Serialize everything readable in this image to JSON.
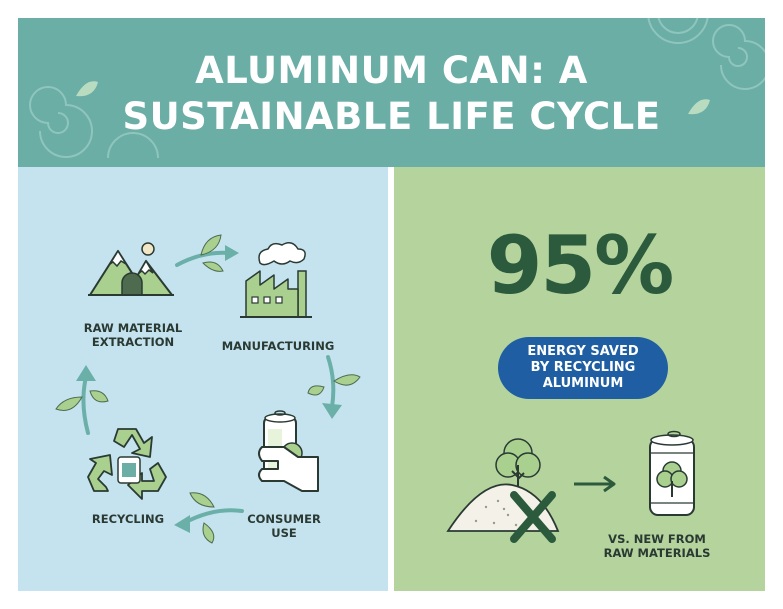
{
  "header": {
    "title": "ALUMINUM CAN: A\nSUSTAINABLE LIFE CYCLE"
  },
  "cycle": {
    "stages": [
      {
        "label": "RAW MATERIAL\nEXTRACTION",
        "icon": "mountain-mine-icon"
      },
      {
        "label": "MANUFACTURING",
        "icon": "factory-icon"
      },
      {
        "label": "CONSUMER\nUSE",
        "icon": "hand-holding-can-icon"
      },
      {
        "label": "RECYCLING",
        "icon": "recycle-icon"
      }
    ],
    "arrows": [
      "leaf-arrow-icon",
      "leaf-arrow-icon",
      "leaf-arrow-icon",
      "leaf-arrow-icon"
    ]
  },
  "stats": {
    "percent": "95%",
    "description": "ENERGY SAVED\nBY RECYCLING\nALUMINUM",
    "comparison_label": "VS. NEW FROM\nRAW MATERIALS"
  },
  "colors": {
    "header": "#6aaea6",
    "left_panel": "#c5e3ef",
    "right_panel": "#b5d39d",
    "dark_green": "#2b5a3c",
    "pill_blue": "#1f5ea2",
    "icon_green": "#a9d08e",
    "arrow_teal": "#6bb0a8"
  }
}
